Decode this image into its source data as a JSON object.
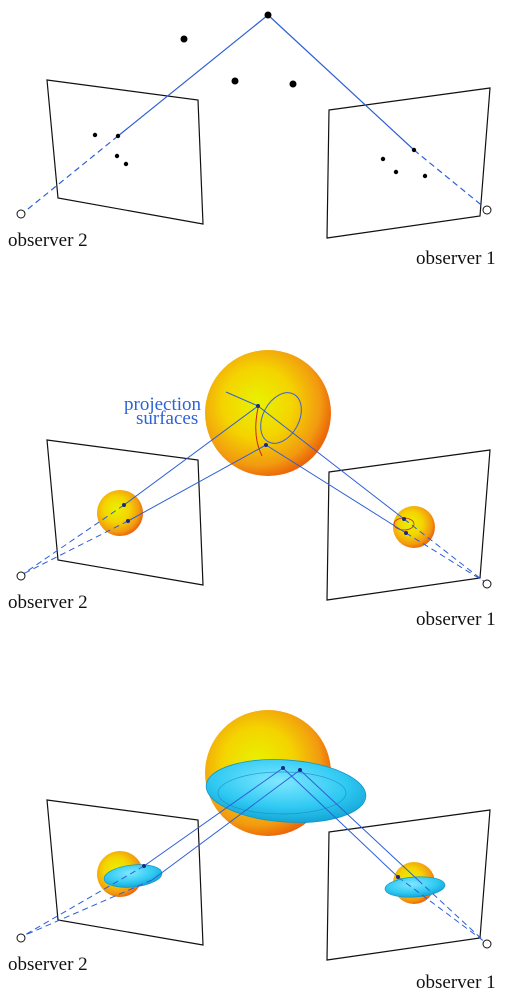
{
  "panels": [
    {
      "observer_left": "observer 2",
      "observer_right": "observer 1"
    },
    {
      "observer_left": "observer 2",
      "observer_right": "observer 1",
      "annotation_line1": "projection",
      "annotation_line2": "surfaces"
    },
    {
      "observer_left": "observer 2",
      "observer_right": "observer 1"
    }
  ],
  "colors": {
    "ray": "#2e5fd6",
    "point": "#000000",
    "sphere_outer": "#f08a12",
    "sphere_inner": "#e5f200",
    "ellipsoid": "#2fc9f2",
    "label_blue": "#2d63d6"
  }
}
